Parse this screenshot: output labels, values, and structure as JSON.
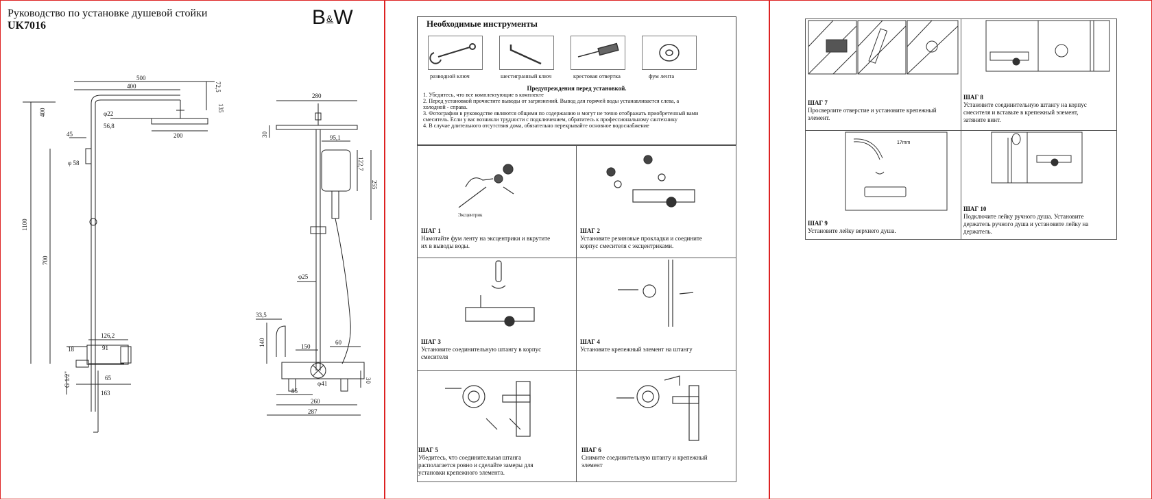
{
  "page1": {
    "title": "Руководство по установке душевой стойки",
    "model": "UK7016",
    "logo": {
      "left": "B",
      "amp": "&",
      "right": "W"
    },
    "dims_left": {
      "d500": "500",
      "d400": "400",
      "d72_5": "72,5",
      "d135": "135",
      "d22": "φ22",
      "d56_8": "56,8",
      "d200": "200",
      "d45": "45",
      "d400v": "400",
      "d58": "φ 58",
      "d1100": "1100",
      "d700": "700",
      "d126_2": "126,2",
      "d91": "91",
      "d18": "18",
      "d65": "65",
      "d163": "163",
      "dG": "G 1/2\""
    },
    "dims_right": {
      "d280": "280",
      "d30top": "30",
      "d95_1": "95,1",
      "d122_7": "122,7",
      "d255": "255",
      "d25": "φ25",
      "d33_5": "33,5",
      "d140": "140",
      "d150": "150",
      "d60": "60",
      "d41": "φ41",
      "d30bot": "30",
      "d85": "85",
      "d260": "260",
      "d287": "287"
    }
  },
  "page2": {
    "tools_title": "Необходимые инструменты",
    "tools": [
      {
        "label": "разводной ключ",
        "icon": "wrench-icon"
      },
      {
        "label": "шестигранный ключ",
        "icon": "hex-key-icon"
      },
      {
        "label": "крестовая отвертка",
        "icon": "screwdriver-icon"
      },
      {
        "label": "фум лента",
        "icon": "tape-icon"
      }
    ],
    "warnings_title": "Предупреждения перед установкой.",
    "warnings": [
      "1. Убедитесь, что все комплектующие в комплекте",
      "2. Перед установкой прочистите выводы от загрязнений. Вывод для горячей воды устанавливается слева, а",
      "холодной - справа.",
      "3. Фотографии в руководстве являются общими по содержанию и могут не точно отображать приобретенный вами",
      "смеситель. Если у вас возникли трудности с подключением, обратитесь к профессиональному сантехнику",
      "4. В случае длительного отсутствия дома, обязательно перекрывайте основное водоснабжение"
    ],
    "step1_caption": "Эксцентрик",
    "steps": [
      {
        "title": "ШАГ 1",
        "text": [
          "Намотайте фум ленту на эксцентрики и вкрутите",
          "их в выводы воды."
        ]
      },
      {
        "title": "ШАГ 2",
        "text": [
          "Установите резиновые прокладки и соедините",
          "корпус смесителя с эксцентриками."
        ]
      },
      {
        "title": "ШАГ 3",
        "text": [
          "Установите соединительную штангу в корпус",
          "смесителя"
        ]
      },
      {
        "title": "ШАГ 4",
        "text": [
          "Установите крепежный элемент на штангу"
        ]
      },
      {
        "title": "ШАГ 5",
        "text": [
          "Убедитесь, что соединительная штанга",
          "располагается ровно и сделайте замеры для",
          "установки крепежного элемента."
        ]
      },
      {
        "title": "ШАГ 6",
        "text": [
          "Снимите соединительную штангу и крепежный",
          "элемент"
        ]
      }
    ]
  },
  "page3": {
    "wrench_size": "17mm",
    "steps": [
      {
        "title": "ШАГ 7",
        "text": [
          "Просверлите отверстие и установите крепежный",
          "элемент."
        ]
      },
      {
        "title": "ШАГ 8",
        "text": [
          "Установите соединительную штангу на корпус",
          "смесителя и вставьте в крепежный элемент,",
          "затяните винт."
        ]
      },
      {
        "title": "ШАГ 9",
        "text": [
          "Установите лейку верхнего душа."
        ]
      },
      {
        "title": "ШАГ 10",
        "text": [
          "Подключите лейку ручного душа. Установите",
          "держатель ручного душа и установите лейку на",
          "держатель."
        ]
      }
    ]
  }
}
